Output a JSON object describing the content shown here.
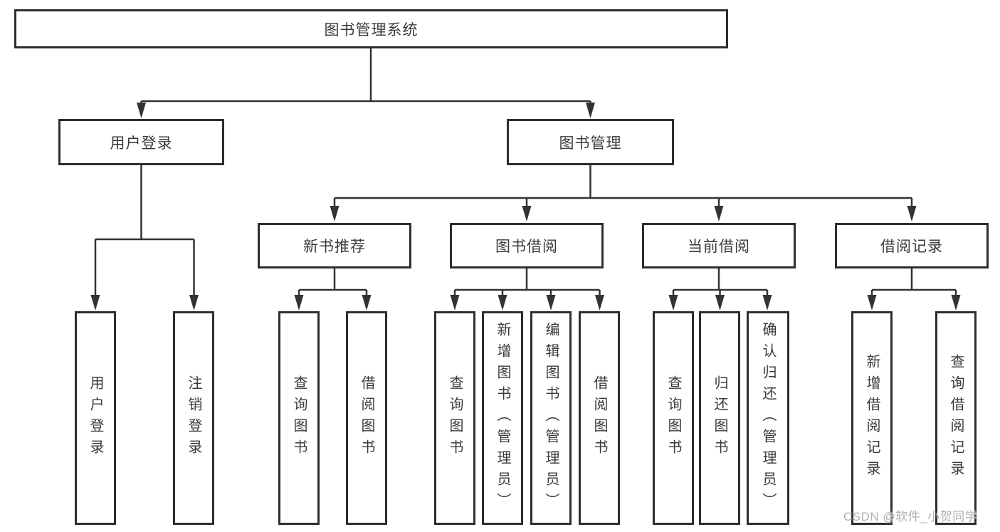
{
  "diagram": {
    "root": {
      "label": "图书管理系统",
      "children": [
        {
          "label": "用户登录",
          "children": [
            {
              "label": "用户登录"
            },
            {
              "label": "注销登录"
            }
          ]
        },
        {
          "label": "图书管理",
          "children": [
            {
              "label": "新书推荐",
              "children": [
                {
                  "label": "查询图书"
                },
                {
                  "label": "借阅图书"
                }
              ]
            },
            {
              "label": "图书借阅",
              "children": [
                {
                  "label": "查询图书"
                },
                {
                  "label": "新增图书（管理员）"
                },
                {
                  "label": "编辑图书（管理员）"
                },
                {
                  "label": "借阅图书"
                }
              ]
            },
            {
              "label": "当前借阅",
              "children": [
                {
                  "label": "查询图书"
                },
                {
                  "label": "归还图书"
                },
                {
                  "label": "确认归还（管理员）"
                }
              ]
            },
            {
              "label": "借阅记录",
              "children": [
                {
                  "label": "新增借阅记录"
                },
                {
                  "label": "查询借阅记录"
                }
              ]
            }
          ]
        }
      ]
    },
    "watermark": "CSDN @软件_小贺同学",
    "colors": {
      "line": "#333333",
      "box_border": "#2e2e2e",
      "box_background": "#ffffff",
      "text": "#3a3a3a",
      "watermark": "#b0b0b0",
      "background": "#ffffff"
    }
  }
}
